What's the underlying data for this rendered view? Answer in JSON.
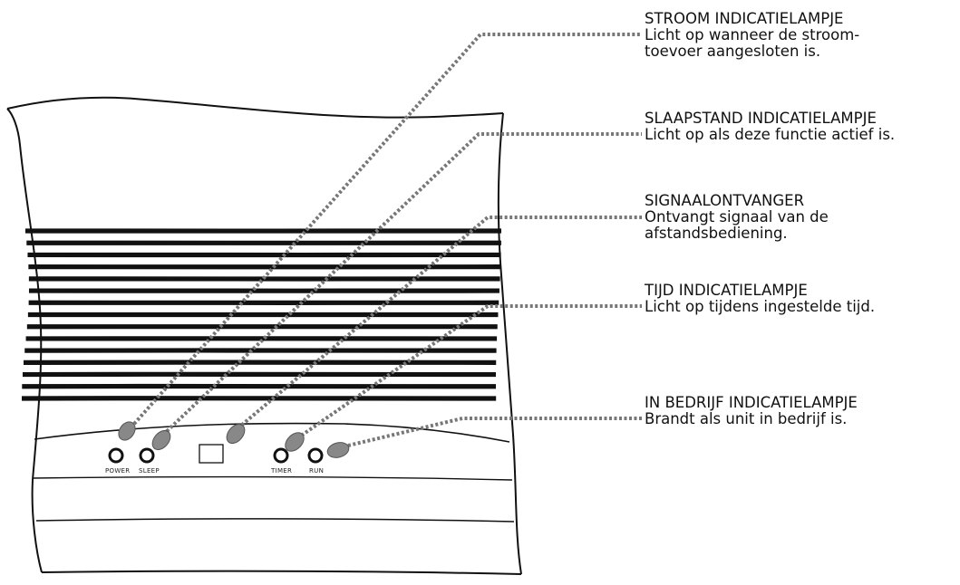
{
  "callouts": [
    {
      "id": "power",
      "title": "STROOM INDICATIELAMPJE",
      "lines": [
        "Licht op wanneer de stroom-",
        "toevoer aangesloten is."
      ]
    },
    {
      "id": "sleep",
      "title": "SLAAPSTAND INDICATIELAMPJE",
      "lines": [
        "Licht op als deze functie actief is."
      ]
    },
    {
      "id": "signal",
      "title": "SIGNAALONTVANGER",
      "lines": [
        "Ontvangt signaal van de",
        "afstandsbediening."
      ]
    },
    {
      "id": "timer",
      "title": "TIJD INDICATIELAMPJE",
      "lines": [
        "Licht op tijdens ingestelde tijd."
      ]
    },
    {
      "id": "run",
      "title": "IN BEDRIJF INDICATIELAMPJE",
      "lines": [
        "Brandt als unit in bedrijf is."
      ]
    }
  ],
  "panel_labels": {
    "power": "POWER",
    "sleep": "SLEEP",
    "timer": "TIMER",
    "run": "RUN"
  },
  "colors": {
    "line": "#111111",
    "leader": "#777777",
    "pointer": "#888888"
  }
}
